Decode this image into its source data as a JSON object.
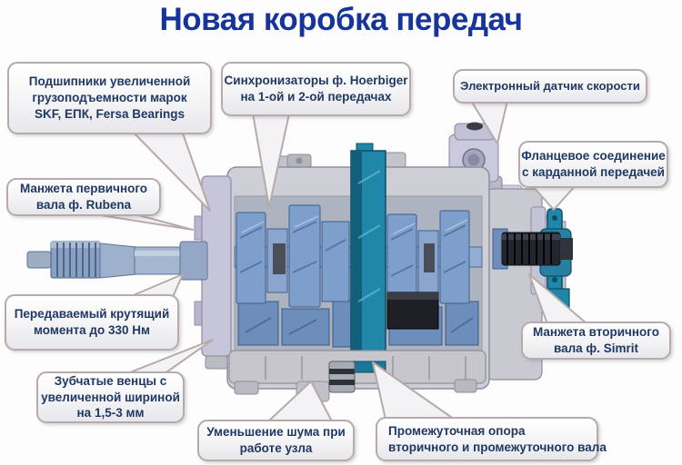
{
  "title": "Новая коробка передач",
  "colors": {
    "title_blue": "#16349c",
    "callout_text_navy": "#1f3864",
    "callout_border_gray": "#b6aaaa",
    "highlight_teal": "#2187a9",
    "gear_steel_blue": "#7e9ecb",
    "housing_gray": "#cdced6"
  },
  "callouts": [
    {
      "id": "bearings",
      "lines": [
        "Подшипники увеличенной",
        "грузоподъемности марок",
        "SKF, ЕПК, Fersa Bearings"
      ]
    },
    {
      "id": "synchronizers",
      "lines": [
        "Синхронизаторы ф. Hoerbiger",
        "на 1-ой и 2-ой передачах"
      ]
    },
    {
      "id": "speed-sensor",
      "lines": [
        "Электронный датчик скорости"
      ]
    },
    {
      "id": "flange",
      "lines": [
        "Фланцевое соединение",
        "с карданной передачей"
      ]
    },
    {
      "id": "input-shaft-seal",
      "lines": [
        "Манжета первичного",
        "вала ф. Rubena"
      ]
    },
    {
      "id": "torque",
      "lines": [
        "Передаваемый крутящий",
        "момента до 330 Нм"
      ]
    },
    {
      "id": "gear-rims",
      "lines": [
        "Зубчатые венцы с",
        "увеличенной шириной",
        "на 1,5-3 мм"
      ]
    },
    {
      "id": "noise",
      "lines": [
        "Уменьшение шума при",
        "работе узла"
      ]
    },
    {
      "id": "intermediate-support",
      "lines": [
        "Промежуточная опора",
        "вторичного и промежуточного вала"
      ]
    },
    {
      "id": "output-shaft-seal",
      "lines": [
        "Манжета вторичного",
        "вала ф. Simrit"
      ]
    }
  ]
}
